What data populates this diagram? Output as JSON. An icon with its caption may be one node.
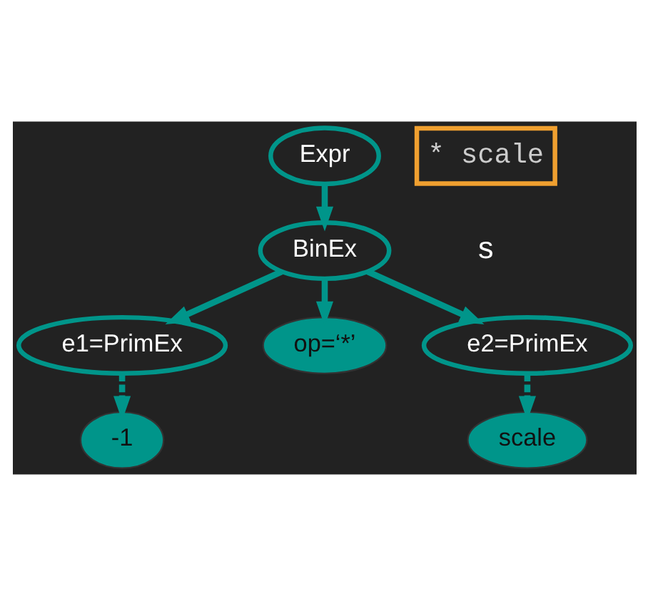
{
  "diagram": {
    "nodes": [
      {
        "text": [
          "Expr"
        ]
      },
      {
        "text": [
          "BinEx"
        ]
      },
      {
        "text": [
          "e1=PrimEx"
        ]
      },
      {
        "text": [
          "op=‘*’"
        ]
      },
      {
        "text": [
          "e2=PrimEx"
        ]
      },
      {
        "text": [
          "-1"
        ]
      },
      {
        "text": [
          "scale"
        ]
      }
    ],
    "edges": [
      {
        "from": 0,
        "to": 1,
        "arrow": "to"
      },
      {
        "from": 1,
        "to": 2,
        "arrow": "to"
      },
      {
        "from": 1,
        "to": 3,
        "arrow": "to"
      },
      {
        "from": 1,
        "to": 4,
        "arrow": "to"
      },
      {
        "from": 2,
        "to": 5,
        "arrow": "to",
        "style": "dashed"
      },
      {
        "from": 4,
        "to": 6,
        "arrow": "to",
        "style": "dashed"
      }
    ],
    "labels": [
      "* scale",
      "s"
    ]
  }
}
